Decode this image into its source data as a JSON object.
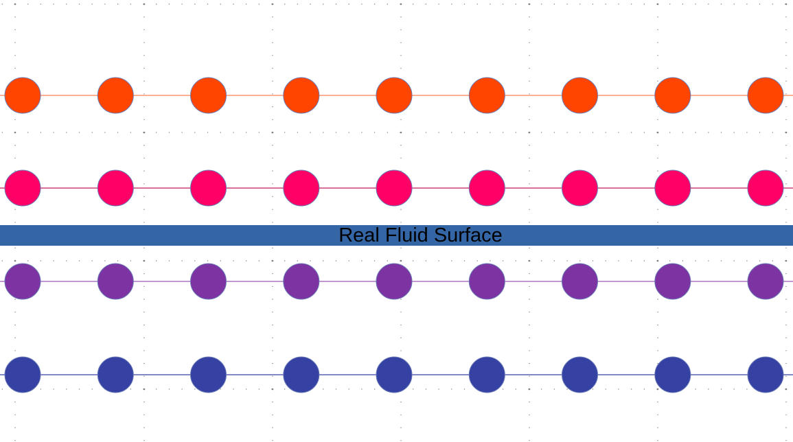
{
  "surface": {
    "label": "Real Fluid Surface",
    "color": "#3465a4"
  },
  "particle_rows": [
    {
      "fill": "#ff4500",
      "line": "#ff7f50",
      "count": 9
    },
    {
      "fill": "#ff0066",
      "line": "#c2185b",
      "count": 9
    },
    {
      "fill": "#7e33a3",
      "line": "#9b59b6",
      "count": 9
    },
    {
      "fill": "#3542a4",
      "line": "#3542a4",
      "count": 9
    }
  ],
  "colors": {
    "circle_outline": "#6a7ab5",
    "grid_dot": "#7f7f7f",
    "background": "#ffffff"
  }
}
